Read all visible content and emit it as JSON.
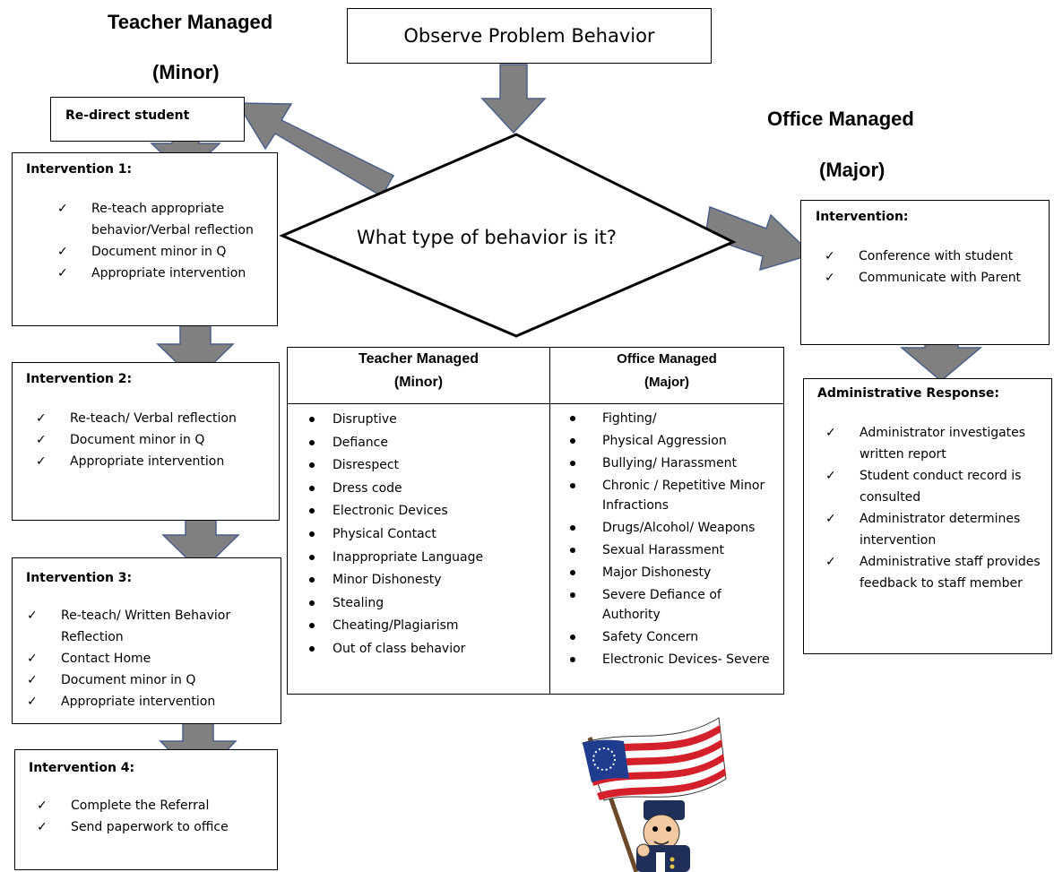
{
  "start": {
    "label": "Observe Problem Behavior"
  },
  "decision": {
    "question": "What type of behavior is it?"
  },
  "teacher_heading": {
    "line1": "Teacher Managed",
    "line2": "(Minor)"
  },
  "office_heading": {
    "line1": "Office Managed",
    "line2": "(Major)"
  },
  "redirect": {
    "label": "Re-direct student"
  },
  "intervention1": {
    "title": "Intervention 1:",
    "items": [
      "Re-teach appropriate behavior/Verbal reflection",
      "Document minor in Q",
      "Appropriate intervention"
    ]
  },
  "intervention2": {
    "title": "Intervention 2:",
    "items": [
      "Re-teach/ Verbal reflection",
      "Document minor in Q",
      "Appropriate intervention"
    ]
  },
  "intervention3": {
    "title": "Intervention 3:",
    "items": [
      "Re-teach/ Written Behavior Reflection",
      "Contact Home",
      "Document minor in Q",
      "Appropriate intervention"
    ]
  },
  "intervention4": {
    "title": "Intervention 4:",
    "items": [
      "Complete the Referral",
      "Send paperwork to office"
    ]
  },
  "office_intervention": {
    "title": "Intervention:",
    "items": [
      "Conference with student",
      "Communicate with Parent"
    ]
  },
  "admin_response": {
    "title": "Administrative Response:",
    "items": [
      "Administrator investigates written report",
      "Student conduct record is consulted",
      "Administrator determines intervention",
      "Administrative staff provides feedback to staff member"
    ]
  },
  "category_table": {
    "teacher_header": "Teacher Managed (Minor)",
    "office_header": "Office Managed (Major)",
    "teacher_items": [
      "Disruptive",
      "Defiance",
      "Disrespect",
      "Dress code",
      "Electronic Devices",
      "Physical Contact",
      "Inappropriate Language",
      "Minor Dishonesty",
      "Stealing",
      "Cheating/Plagiarism",
      "Out of class behavior"
    ],
    "office_items": [
      "Fighting/",
      "Physical Aggression",
      "Bullying/ Harassment",
      "Chronic / Repetitive Minor Infractions",
      "Drugs/Alcohol/ Weapons",
      "Sexual Harassment",
      "Major Dishonesty",
      "Severe Defiance of Authority",
      "Safety Concern",
      "Electronic Devices- Severe"
    ]
  },
  "check_mark": "✓",
  "colors": {
    "arrow_fill": "#808080",
    "arrow_stroke": "#4a5f8a",
    "border": "#000000"
  }
}
